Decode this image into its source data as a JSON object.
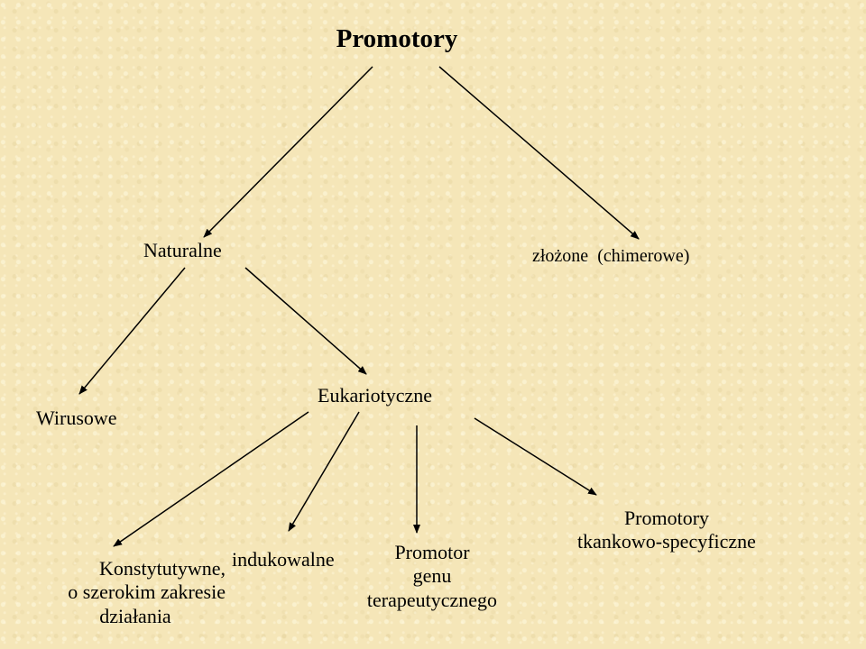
{
  "title": "Promotory",
  "nodes": {
    "naturalne": "Naturalne",
    "zlozone": "złożone  (chimerowe)",
    "wirusowe": "Wirusowe",
    "eukariotyczne": "Eukariotyczne",
    "konstytutywne": {
      "line1": "Konstytutywne,",
      "line2": "o szerokim zakresie",
      "line3": "działania"
    },
    "indukowalne": "indukowalne",
    "promotor_genu": {
      "line1": "Promotor",
      "line2": "genu",
      "line3": "terapeutycznego"
    },
    "tkankowo": {
      "line1": "Promotory",
      "line2": "tkankowo-specyficzne"
    }
  },
  "edges": [
    {
      "from": "title",
      "to": "naturalne"
    },
    {
      "from": "title",
      "to": "zlozone"
    },
    {
      "from": "naturalne",
      "to": "wirusowe"
    },
    {
      "from": "naturalne",
      "to": "eukariotyczne"
    },
    {
      "from": "eukariotyczne",
      "to": "konstytutywne"
    },
    {
      "from": "eukariotyczne",
      "to": "indukowalne"
    },
    {
      "from": "eukariotyczne",
      "to": "promotor_genu"
    },
    {
      "from": "eukariotyczne",
      "to": "tkankowo"
    }
  ],
  "colors": {
    "background": "#f5e6b8",
    "text": "#000000",
    "arrow": "#000000"
  }
}
